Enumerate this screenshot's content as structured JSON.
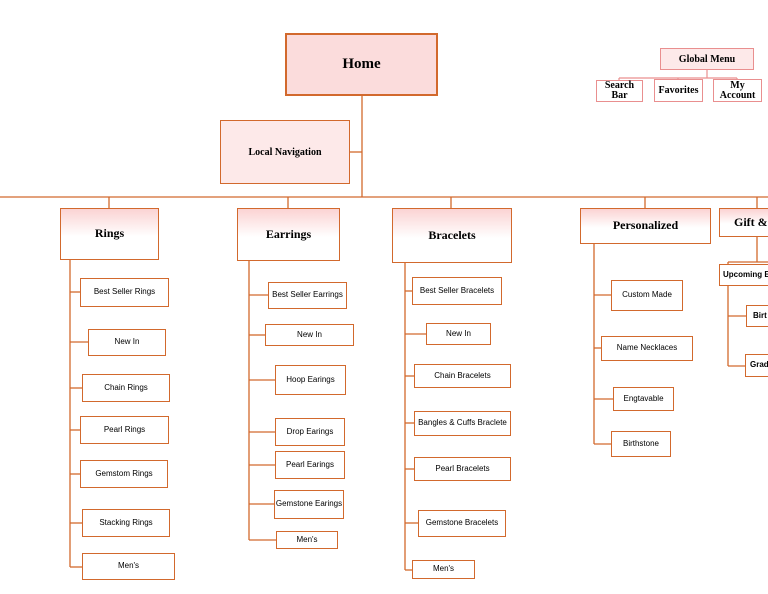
{
  "home": "Home",
  "local_navigation": "Local Navigation",
  "global_menu": {
    "title": "Global Menu",
    "items": [
      "Search\nBar",
      "Favorites",
      "My\nAccount"
    ]
  },
  "categories": [
    {
      "label": "Rings",
      "items": [
        "Best Seller Rings",
        "New In",
        "Chain Rings",
        "Pearl Rings",
        "Gemstom Rings",
        "Stacking Rings",
        "Men's"
      ]
    },
    {
      "label": "Earrings",
      "items": [
        "Best Seller Earrings",
        "New In",
        "Hoop Earings",
        "Drop Earings",
        "Pearl Earings",
        "Gemstone Earings",
        "Men's"
      ]
    },
    {
      "label": "Bracelets",
      "items": [
        "Best Seller Bracelets",
        "New In",
        "Chain Bracelets",
        "Bangles & Cuffs Braclete",
        "Pearl Bracelets",
        "Gemstone Bracelets",
        "Men's"
      ]
    },
    {
      "label": "Personalized",
      "items": [
        "Custom Made",
        "Name Necklaces",
        "Engtavable",
        "Birthstone"
      ]
    },
    {
      "label": "Gift &",
      "items": [
        "Upcoming E",
        "Birt",
        "Grad"
      ]
    }
  ]
}
